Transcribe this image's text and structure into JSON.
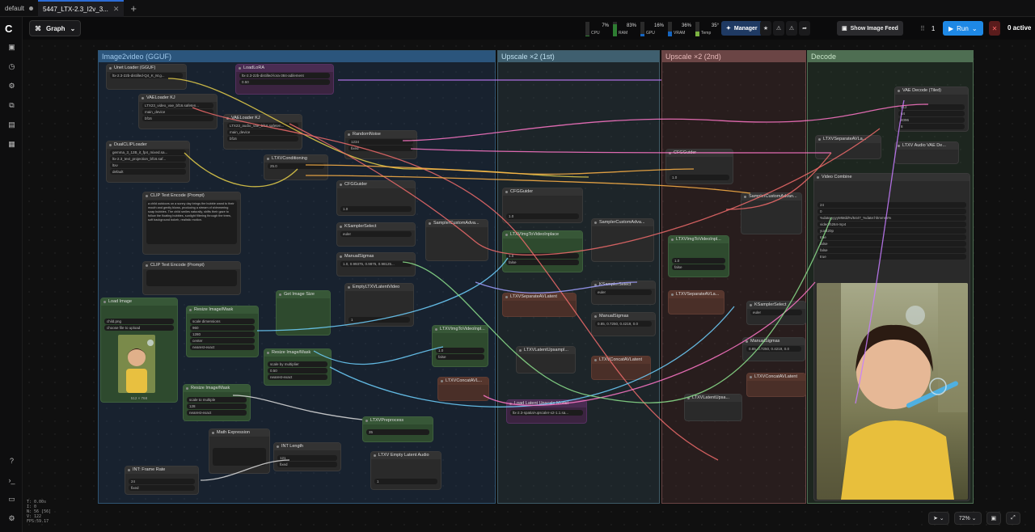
{
  "tabs": [
    {
      "label": "default"
    },
    {
      "label": "5447_LTX-2.3_I2v_3..."
    }
  ],
  "toolbar": {
    "graph_label": "Graph",
    "stats": [
      {
        "value": "7%",
        "label": "CPU",
        "color": "#2e7d32",
        "level": 0.07
      },
      {
        "value": "83%",
        "label": "RAM",
        "color": "#2e7d32",
        "level": 0.83
      },
      {
        "value": "16%",
        "label": "GPU",
        "color": "#1565c0",
        "level": 0.16
      },
      {
        "value": "36%",
        "label": "VRAM",
        "color": "#1565c0",
        "level": 0.36
      },
      {
        "value": "35°",
        "label": "Temp",
        "color": "#7cb342",
        "level": 0.35
      }
    ],
    "manager_label": "Manager",
    "feed_label": "Show Image Feed",
    "queue_count": "1",
    "run_label": "Run",
    "active_label": "0 active"
  },
  "groups": [
    {
      "title": "Image2video (GGUF)"
    },
    {
      "title": "Upscale ×2 (1st)"
    },
    {
      "title": "Upscale ×2 (2nd)"
    },
    {
      "title": "Decode"
    }
  ],
  "nodes": {
    "unet_loader": {
      "title": "Unet Loader (GGUF)",
      "w1": "ltx-2.3-22b-distilled-Q4_K_M.g..."
    },
    "load_lora": {
      "title": "LoadLoRA",
      "w1": "ltx-2.3-22b-distilled-lora-384-adilement",
      "w2": "0.50"
    },
    "vae_loader_kj": {
      "title": "VAELoader KJ",
      "w1": "LTX23_video_vae_bf16.safeten...",
      "w2": "main_device",
      "w3": "bf16"
    },
    "vae_loader_kj2": {
      "title": "VAELoader KJ",
      "w1": "LTX23_audio_vae_bf16.safeten...",
      "w2": "main_device",
      "w3": "bf16"
    },
    "dual_clip": {
      "title": "DualCLIPLoader",
      "w1": "gemma_3_12B_it_fp4_mixed.sa...",
      "w2": "ltx-2.3_text_projection_bf16.saf...",
      "w3": "ltxv",
      "w4": "default"
    },
    "clip_pos": {
      "title": "CLIP Text Encode (Prompt)",
      "text": "a child outdoors on a sunny day brings the bubble wand to their mouth and gently blows, producing a stream of shimmering soap bubbles. The child smiles naturally, shifts their gaze to follow the floating bubbles, sunlight filtering through the trees, soft background bokeh, realistic motion."
    },
    "clip_neg": {
      "title": "CLIP Text Encode (Prompt)"
    },
    "ltxv_cond": {
      "title": "LTXVConditioning",
      "w1": "25.0"
    },
    "random_noise": {
      "title": "RandomNoise",
      "w1": "1234",
      "w2": "fixed"
    },
    "cfg_guider": {
      "title": "CFGGuider",
      "w1": "1.0"
    },
    "ksampler_select": {
      "title": "KSamplerSelect",
      "w1": "euler"
    },
    "manual_sigmas": {
      "title": "ManualSigmas",
      "w1": "1.0, 0.99375, 0.9875, 0.98125..."
    },
    "sampler_custom": {
      "title": "SamplerCustomAdva..."
    },
    "empty_latent": {
      "title": "EmptyLTXVLatentVideo",
      "w1": "1"
    },
    "get_image_size": {
      "title": "Get Image Size"
    },
    "load_image": {
      "title": "Load Image",
      "w1": "child.png",
      "w2": "choose file to upload",
      "caption": "512 × 768"
    },
    "resize_image": {
      "title": "Resize Image/Mask",
      "w1": "scale dimensions",
      "w2": "960",
      "w3": "1280",
      "w4": "center",
      "w5": "nearest-exact"
    },
    "resize_image2": {
      "title": "Resize Image/Mask",
      "w1": "scale by multiplier",
      "w2": "0.50",
      "w3": "nearest-exact"
    },
    "resize_image3": {
      "title": "Resize Image/Mask",
      "w1": "scale to multiple",
      "w2": "128",
      "w3": "nearest-exact"
    },
    "math_expr": {
      "title": "Math Expression"
    },
    "int_length": {
      "title": "INT Length",
      "w1": "121",
      "w2": "fixed"
    },
    "int_frame_rate": {
      "title": "INT: Frame Rate",
      "w1": "24",
      "w2": "fixed"
    },
    "ltxv_preprocess": {
      "title": "LTXVPreprocess",
      "w1": "35"
    },
    "ltxv_empty_audio": {
      "title": "LTXV Empty Latent Audio",
      "w1": "1"
    },
    "ltxv_img_inplace": {
      "title": "LTXVImgToVideoInpl...",
      "w1": "1.0",
      "w2": "false"
    },
    "ltxv_concat": {
      "title": "LTXVConcatAVL..."
    },
    "cfg_guider_u1": {
      "title": "CFGGuider",
      "w1": "1.0"
    },
    "ltxv_img_u1": {
      "title": "LTXVImgToVideoInplace",
      "w1": "1.0",
      "w2": "false"
    },
    "ltxv_sep_u1": {
      "title": "LTXVSeparateAVLatent"
    },
    "ltxv_latent_up": {
      "title": "LTXVLatentUpsampl..."
    },
    "load_upscale": {
      "title": "Load Latent Upscale Model",
      "w1": "ltx-2.3-spatial-upscaler-x2-1.1.sa..."
    },
    "sampler_custom_u1": {
      "title": "SamplerCustomAdva..."
    },
    "ksampler_u1": {
      "title": "KSamplerSelect",
      "w1": "euler"
    },
    "manual_sigmas_u1": {
      "title": "ManualSigmas",
      "w1": "0.85, 0.7250, 0.4219, 0.0"
    },
    "ltxv_concat_u1": {
      "title": "LTXVConcatAVLatent"
    },
    "cfg_guider_u2": {
      "title": "CFGGuider",
      "w1": "1.0"
    },
    "sampler_custom_u2": {
      "title": "SamplerCustomAdvan..."
    },
    "ltxv_img_u2": {
      "title": "LTXVImgToVideoInpl...",
      "w1": "1.0",
      "w2": "false"
    },
    "ltxv_sep_u2": {
      "title": "LTXVSeparateAVLa..."
    },
    "ksampler_u2": {
      "title": "KSamplerSelect",
      "w1": "euler"
    },
    "manual_sigmas_u2": {
      "title": "ManualSigmas",
      "w1": "0.85, 0.7250, 0.4219, 0.0"
    },
    "ltxv_concat_u2": {
      "title": "LTXVConcatAVLatent"
    },
    "ltxv_latent_up2": {
      "title": "LTXVLatentUpsa..."
    },
    "vae_decode_tiled": {
      "title": "VAE Decode (Tiled)",
      "w1": "512",
      "w2": "64",
      "w3": "4096",
      "w4": "8"
    },
    "ltxv_sep_dec": {
      "title": "LTXVSeparateAVLa..."
    },
    "ltxv_audio_decode": {
      "title": "LTXV Audio VAE De..."
    },
    "video_combine": {
      "title": "Video Combine",
      "w1": "24",
      "w2": "0",
      "w3": "%date:yyyyMMdd%/5447_%date:hhmmss%",
      "w4": "video/h264-mp4",
      "w5": "yuv420p",
      "w6": "true",
      "w7": "false",
      "w8": "false",
      "w9": "true"
    }
  },
  "bottom": {
    "zoom": "72%"
  },
  "stats_info": [
    "T: 0.00s",
    "I: 0",
    "N: 56 [56]",
    "V: 122",
    "FPS:59.17"
  ]
}
